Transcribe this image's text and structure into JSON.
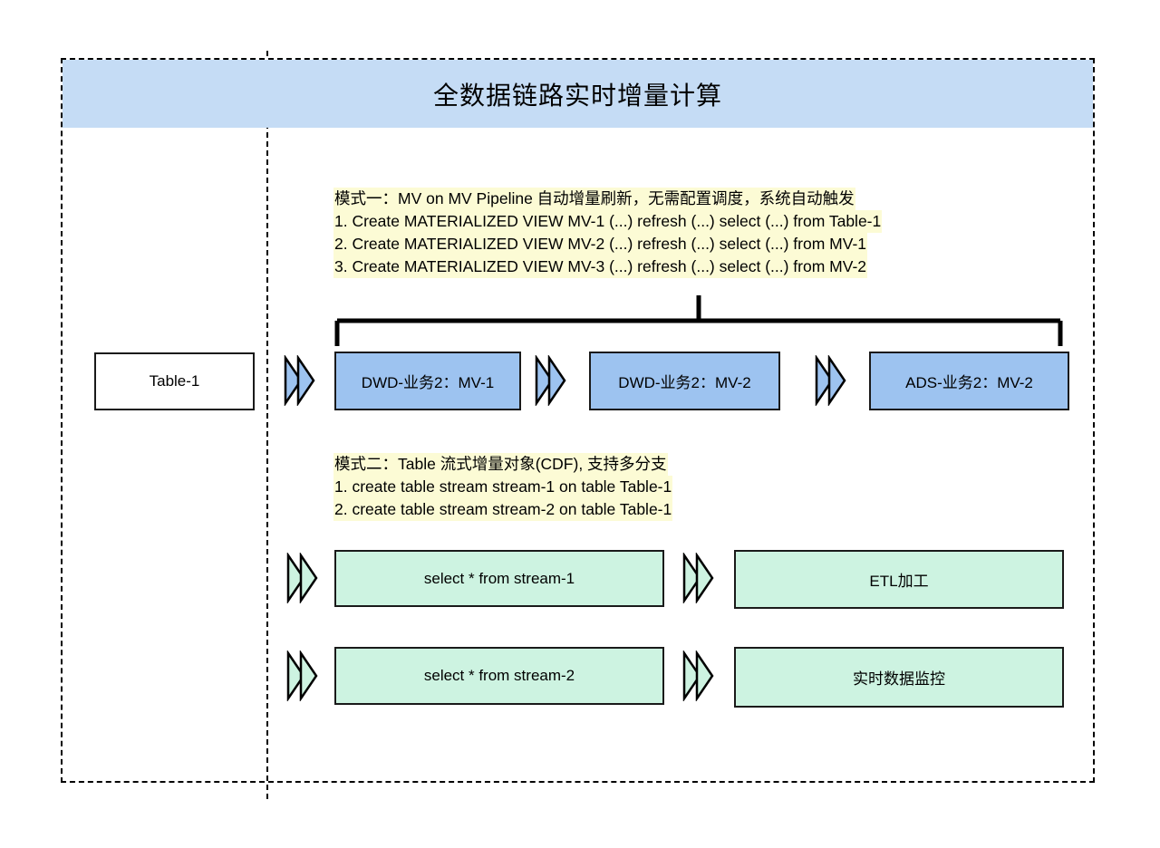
{
  "diagram": {
    "title": "全数据链路实时增量计算",
    "colors": {
      "title_band": "#c5dcf5",
      "note_highlight": "#fcfbd5",
      "mv_box": "#9dc3f0",
      "stream_box": "#cdf3e1",
      "source_box": "#ffffff",
      "border": "#1a1a1a",
      "frame_dashed": "#000000"
    },
    "notes": {
      "mode_one": {
        "lines": [
          "模式一：MV on MV Pipeline 自动增量刷新，无需配置调度，系统自动触发",
          "1. Create MATERIALIZED VIEW MV-1 (...) refresh (...) select (...) from Table-1",
          "2. Create MATERIALIZED VIEW MV-2 (...) refresh (...) select (...) from MV-1",
          "3. Create MATERIALIZED VIEW MV-3 (...) refresh (...) select (...) from MV-2"
        ]
      },
      "mode_two": {
        "lines": [
          "模式二：Table 流式增量对象(CDF), 支持多分支",
          "1. create table stream stream-1 on table Table-1",
          "2. create table stream stream-2 on table Table-1"
        ]
      }
    },
    "nodes": {
      "source": {
        "label": "Table-1"
      },
      "mv_pipeline": [
        {
          "label": "DWD-业务2：MV-1"
        },
        {
          "label": "DWD-业务2：MV-2"
        },
        {
          "label": "ADS-业务2：MV-2"
        }
      ],
      "stream_row_1": {
        "query": "select * from stream-1",
        "target": "ETL加工"
      },
      "stream_row_2": {
        "query": "select * from stream-2",
        "target": "实时数据监控"
      }
    },
    "connectors": {
      "arrow_icon": "double-chevron-icon",
      "bracket": "bracket-connector"
    }
  }
}
